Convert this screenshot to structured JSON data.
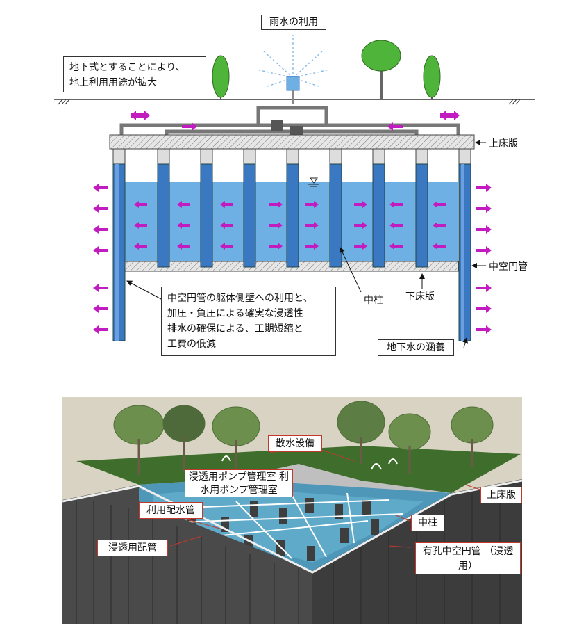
{
  "section_diagram": {
    "rain_label": "雨水の利用",
    "underground_note": [
      "地下式とすることにより、",
      "地上利用用途が拡大"
    ],
    "upper_slab": "上床版",
    "hollow_pipe": "中空円管",
    "center_column": "中柱",
    "lower_slab": "下床版",
    "main_note": [
      "中空円管の躯体側壁への利用と、",
      "加圧・負圧による確実な浸透性",
      "排水の確保による、工期短縮と",
      "工費の低減"
    ],
    "groundwater": "地下水の涵養"
  },
  "perspective": {
    "sprinkler": "散水設備",
    "pump_room": [
      "浸透用ポンプ管理室",
      "利水用ポンプ管理室"
    ],
    "utilization_pipe": "利用配水管",
    "infiltration_pipe": "浸透用配管",
    "upper_slab": "上床版",
    "center_column": "中柱",
    "perforated_pipe": [
      "有孔中空円管",
      "（浸透用）"
    ]
  },
  "colors": {
    "water": "#6fb0e4",
    "pipe": "#3b78c2",
    "arrow": "#c21cc0",
    "leader": "#c0392b",
    "grass": "#3f6e2c"
  }
}
